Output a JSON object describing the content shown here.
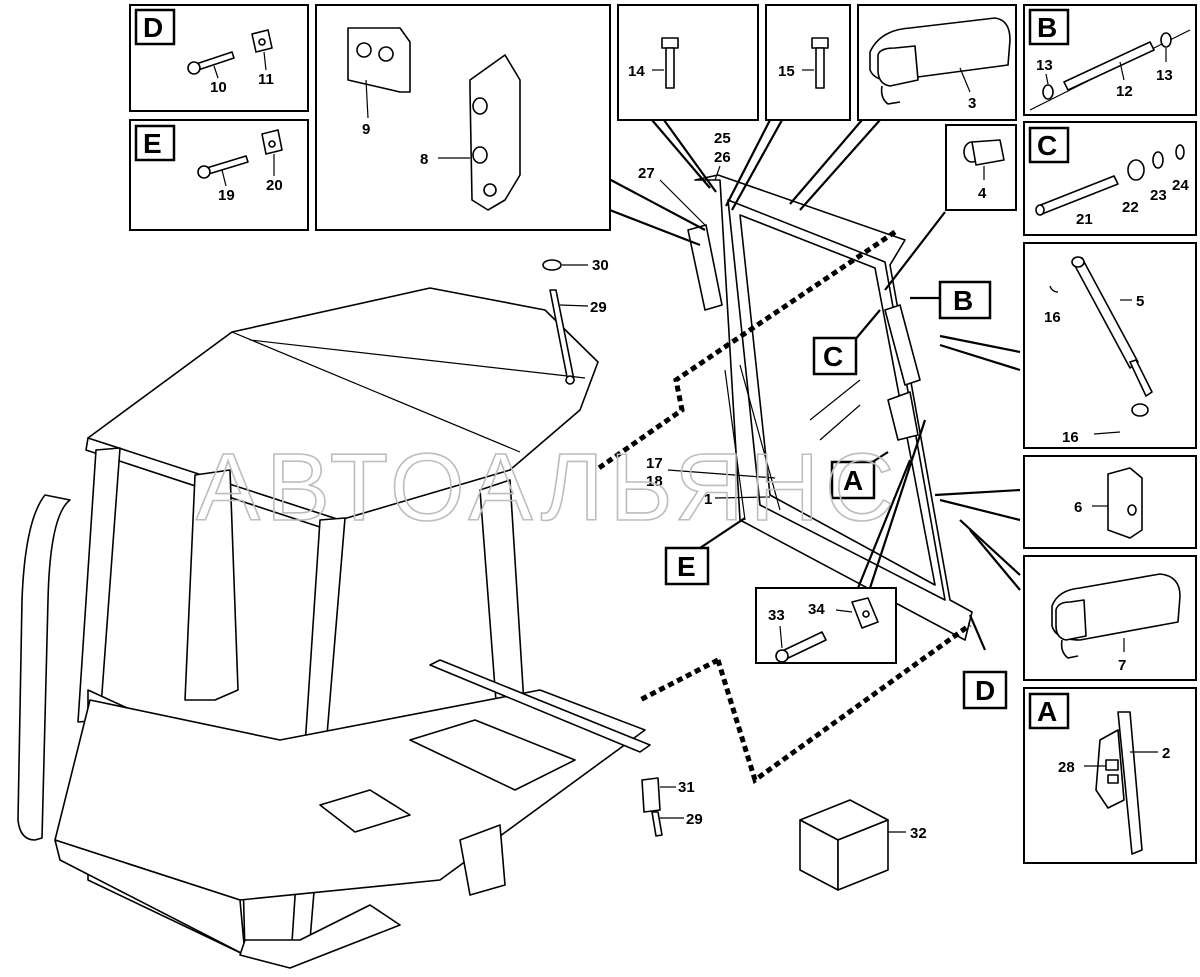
{
  "watermark": "АВТОАЛЬЯНС",
  "detail_letters": {
    "D": "D",
    "E": "E",
    "B": "B",
    "C": "C",
    "A": "A"
  },
  "part_numbers": {
    "p1": "1",
    "p2": "2",
    "p3": "3",
    "p4": "4",
    "p5": "5",
    "p6": "6",
    "p7": "7",
    "p8": "8",
    "p9": "9",
    "p10": "10",
    "p11": "11",
    "p12": "12",
    "p13a": "13",
    "p13b": "13",
    "p14": "14",
    "p15": "15",
    "p16a": "16",
    "p16b": "16",
    "p17": "17",
    "p18": "18",
    "p19": "19",
    "p20": "20",
    "p21": "21",
    "p22": "22",
    "p23": "23",
    "p24": "24",
    "p25": "25",
    "p26": "26",
    "p27": "27",
    "p28": "28",
    "p29a": "29",
    "p29b": "29",
    "p30": "30",
    "p31": "31",
    "p32": "32",
    "p33": "33",
    "p34": "34"
  }
}
